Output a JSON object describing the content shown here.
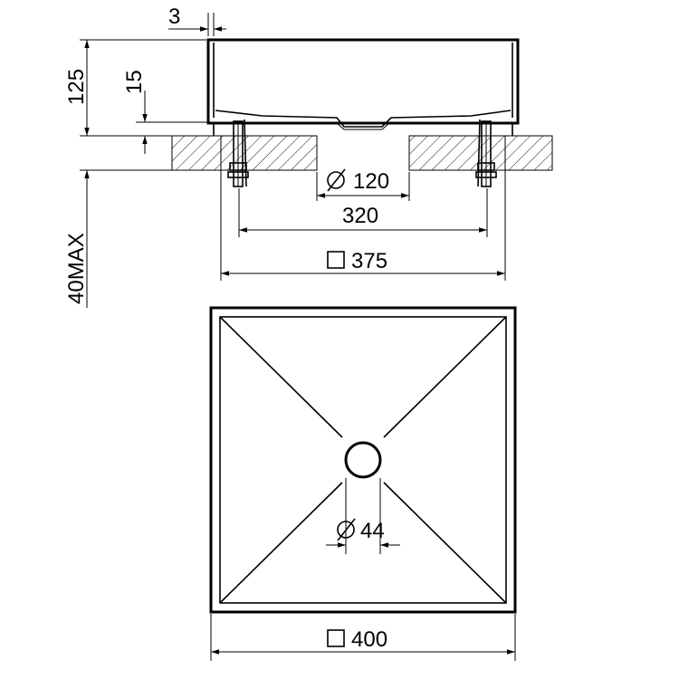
{
  "dimensions": {
    "gap": "3",
    "height_total": "125",
    "rim_height": "15",
    "counter_max": "40MAX",
    "drain_dia": "120",
    "bolt_spacing": "320",
    "cutout_size": "375",
    "basin_size": "400",
    "outlet_dia": "44"
  },
  "colors": {
    "ink": "#000000",
    "paper": "#ffffff"
  }
}
